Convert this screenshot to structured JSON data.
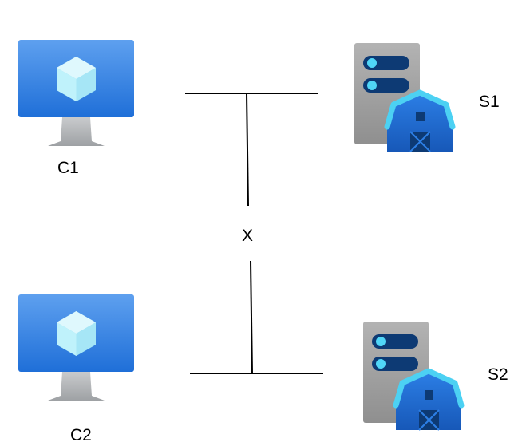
{
  "nodes": [
    {
      "id": "c1",
      "label": "C1",
      "kind": "client-monitor-icon"
    },
    {
      "id": "c2",
      "label": "C2",
      "kind": "client-monitor-icon"
    },
    {
      "id": "s1",
      "label": "S1",
      "kind": "server-barn-icon"
    },
    {
      "id": "s2",
      "label": "S2",
      "kind": "server-barn-icon"
    }
  ],
  "link_break_label": "X",
  "colors": {
    "monitor_screen_top": "#5ea0ef",
    "monitor_screen_bottom": "#1f6fd8",
    "monitor_stand": "#b0b3b5",
    "cube_light": "#bff2fb",
    "cube_mid": "#8adcf2",
    "server_body": "#a6a6a6",
    "server_slot": "#0d3a74",
    "server_led": "#50d6f7",
    "barn_roof": "#4cd1f3",
    "barn_body": "#1f6fd8",
    "barn_detail": "#0d3a74",
    "line": "#000000"
  }
}
